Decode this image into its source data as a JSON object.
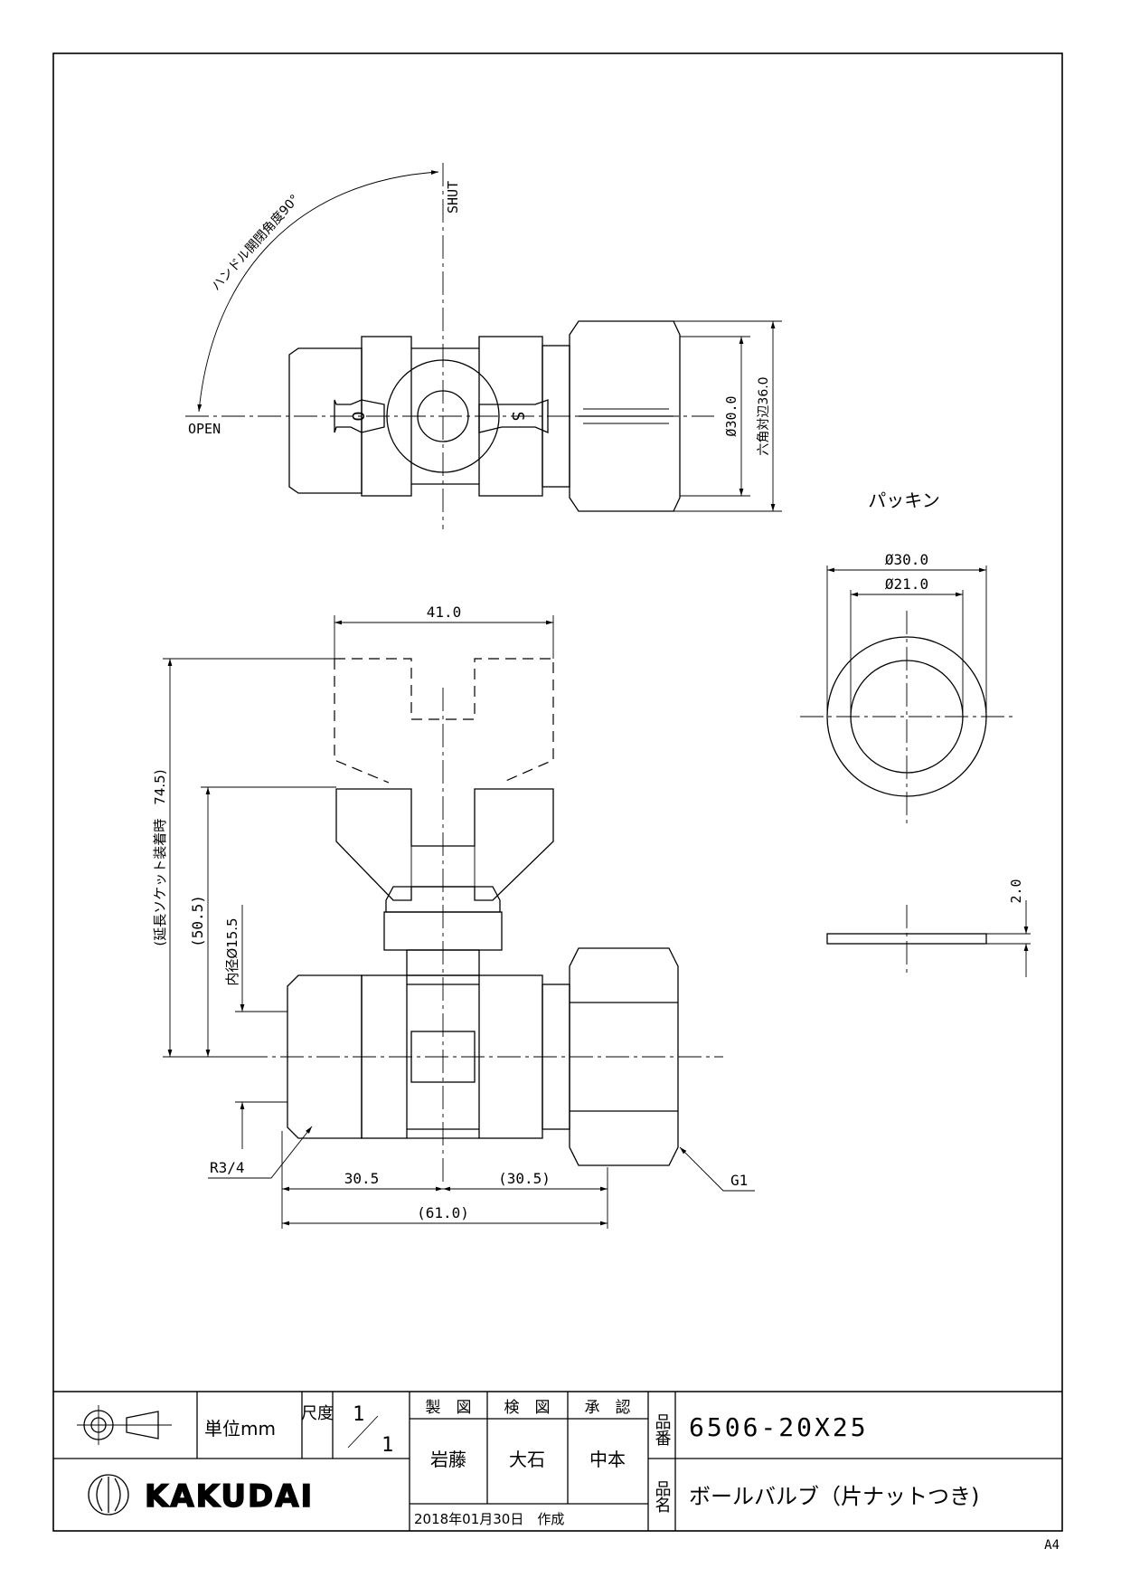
{
  "drawing": {
    "top_view": {
      "shut_label": "SHUT",
      "open_label": "OPEN",
      "handle_angle_note": "ハンドル開閉角度90°",
      "handle_letter_open": "O",
      "handle_letter_shut": "S",
      "dim_diameter": "Ø30.0",
      "dim_hex": "六角対辺36.0"
    },
    "packing": {
      "title": "パッキン",
      "dim_outer": "Ø30.0",
      "dim_inner": "Ø21.0",
      "dim_thickness": "2.0"
    },
    "front_view": {
      "dim_handle_width": "41.0",
      "dim_socket_height": "(延長ソケット装着時　74.5)",
      "dim_height": "(50.5)",
      "dim_inner_diameter": "内径Ø15.5",
      "thread_male": "R3/4",
      "thread_female": "G1",
      "dim_left": "30.5",
      "dim_right": "(30.5)",
      "dim_total": "(61.0)"
    }
  },
  "title_block": {
    "unit_label": "単位mm",
    "scale_label": "尺度",
    "scale_num": "1",
    "scale_den": "1",
    "drawn_label": "製　図",
    "checked_label": "検　図",
    "approved_label": "承　認",
    "drawn_by": "岩藤",
    "checked_by": "大石",
    "approved_by": "中本",
    "part_no_label": "品番",
    "part_no": "6506-20X25",
    "part_name_label": "品名",
    "part_name": "ボールバルブ（片ナットつき)",
    "date_text": "2018年01月30日　作成",
    "company": "KAKUDAI",
    "paper_size": "A4"
  }
}
